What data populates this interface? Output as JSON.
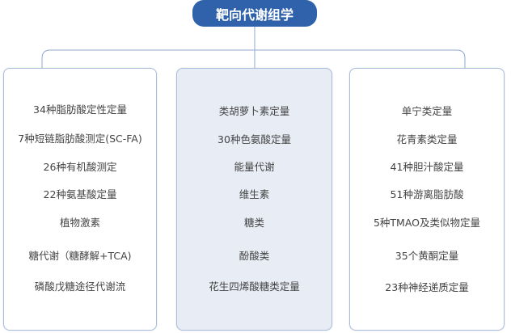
{
  "title": "靶向代谢组学",
  "colors": {
    "title_bg": "#2f62aa",
    "border": "#a9bcdc",
    "mid_bg": "#e8edf5"
  },
  "columns": [
    {
      "items": [
        "34种脂肪酸定性定量",
        "7种短链脂肪酸测定(SC-FA)",
        "26种有机酸测定",
        "22种氨基酸定量",
        "植物激素",
        "糖代谢（糖酵解+TCA)",
        "磷酸戊糖途径代谢流"
      ]
    },
    {
      "items": [
        "类胡萝卜素定量",
        "30种色氨酸定量",
        "能量代谢",
        "维生素",
        "糖类",
        "酚酸类",
        "花生四烯酸糖类定量"
      ]
    },
    {
      "items": [
        "单宁类定量",
        "花青素类定量",
        "41种胆汁酸定量",
        "51种游离脂肪酸",
        "5种TMAO及类似物定量",
        "35个黄酮定量",
        "23种神经递质定量"
      ]
    }
  ]
}
